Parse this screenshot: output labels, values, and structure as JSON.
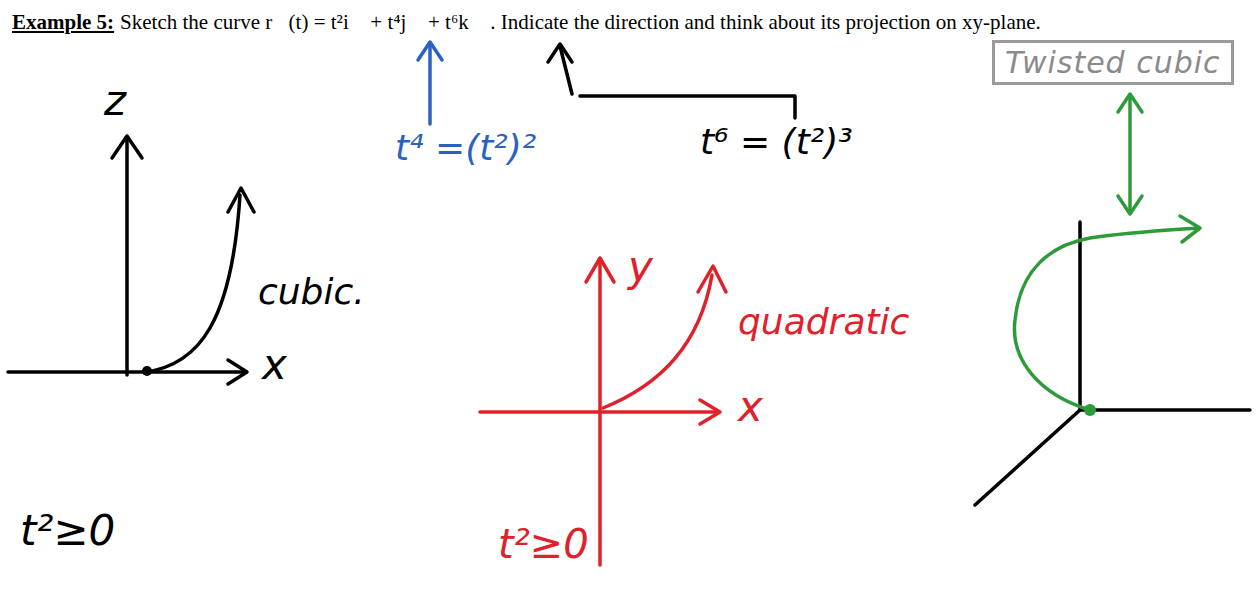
{
  "diagram": {
    "title": "Example 5:",
    "nodes": [
      {
        "text": [
          "Twisted cubic"
        ]
      }
    ],
    "labels": [
      "Sketch the curve r⃗(t) = t²i⃗ + t⁴j⃗ + t⁶k⃗ . Indicate the direction and think about its projection on xy-plane.",
      "t⁴ =(t²)²",
      "t⁶ = (t²)³",
      "z",
      "x",
      "cubic.",
      "t²≥0",
      "y",
      "x",
      "quadratic",
      "t²≥0"
    ]
  }
}
